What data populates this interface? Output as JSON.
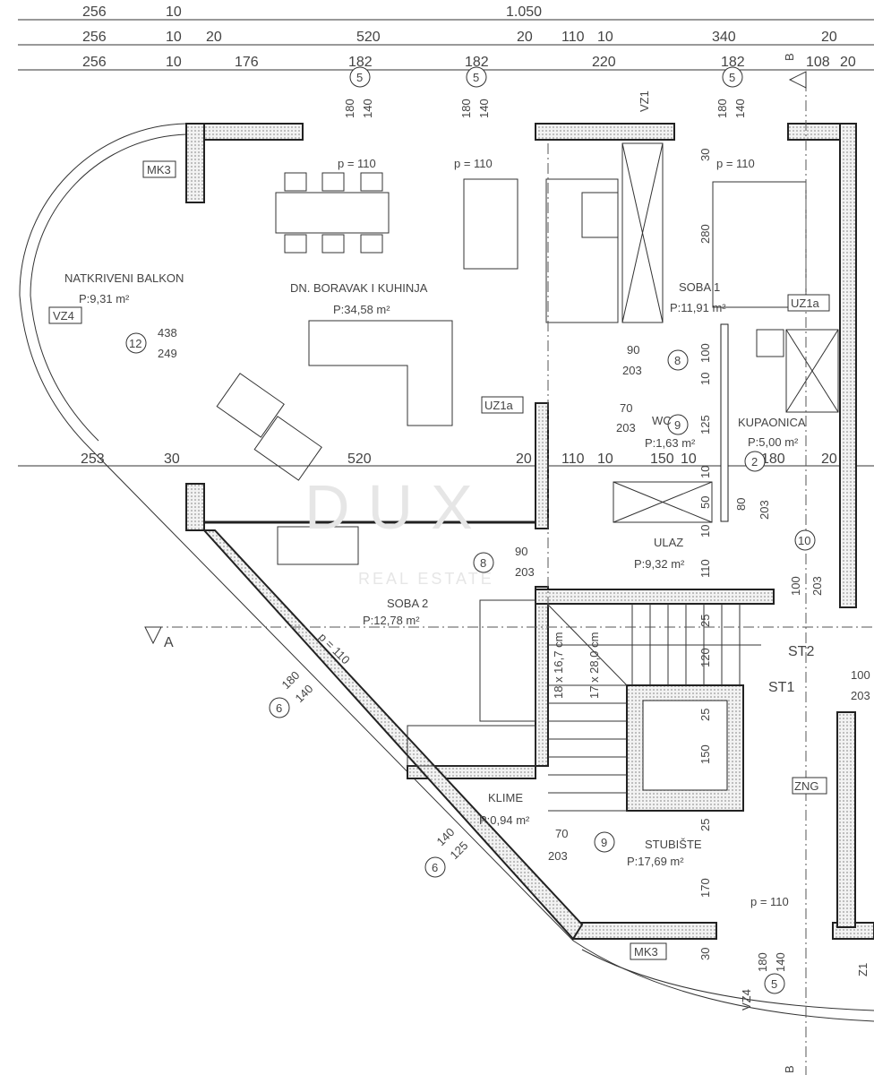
{
  "dimensions": {
    "row1": [
      "256",
      "10",
      "1.050"
    ],
    "row2": [
      "256",
      "10",
      "20",
      "520",
      "20",
      "110",
      "10",
      "340",
      "20"
    ],
    "row3": [
      "256",
      "10",
      "176",
      "182",
      "182",
      "220",
      "182",
      "108",
      "20"
    ],
    "middle": [
      "253",
      "30",
      "520",
      "20",
      "110",
      "10",
      "150",
      "10",
      "180",
      "20"
    ]
  },
  "section_marks": {
    "a": "A",
    "b": "B"
  },
  "window_tags": [
    "5",
    "5",
    "5",
    "5",
    "6",
    "12"
  ],
  "door_tags": [
    "8",
    "8",
    "9",
    "9",
    "10",
    "2"
  ],
  "tags": {
    "mk3": "MK3",
    "vz4": "VZ4",
    "vz1": "VZ1",
    "uz1a": "UZ1a",
    "zng": "ZNG",
    "st1": "ST1",
    "st2": "ST2",
    "z1": "Z1"
  },
  "rooms": [
    {
      "name": "NATKRIVENI BALKON",
      "area": "P:9,31 m²"
    },
    {
      "name": "DN. BORAVAK I KUHINJA",
      "area": "P:34,58 m²"
    },
    {
      "name": "SOBA 1",
      "area": "P:11,91 m²"
    },
    {
      "name": "WC",
      "area": "P:1,63 m²"
    },
    {
      "name": "KUPAONICA",
      "area": "P:5,00 m²"
    },
    {
      "name": "ULAZ",
      "area": "P:9,32 m²"
    },
    {
      "name": "SOBA 2",
      "area": "P:12,78 m²"
    },
    {
      "name": "KLIME",
      "area": "P:0,94 m²"
    },
    {
      "name": "STUBIŠTE",
      "area": "P:17,69 m²"
    }
  ],
  "parapets": [
    "p = 110",
    "p = 110",
    "p = 110",
    "p = 110",
    "p = 110"
  ],
  "openings": {
    "w1": [
      "180",
      "140"
    ],
    "w2": [
      "180",
      "140"
    ],
    "w3": [
      "180",
      "140"
    ],
    "w4": [
      "180",
      "140"
    ],
    "w5": [
      "140",
      "125"
    ],
    "w6": [
      "180",
      "140"
    ],
    "balcony": [
      "438",
      "249"
    ],
    "d1": [
      "90",
      "203"
    ],
    "d2": [
      "70",
      "203"
    ],
    "d3": [
      "90",
      "203"
    ],
    "d4": [
      "70",
      "203"
    ],
    "d5": [
      "80",
      "203"
    ],
    "d6": [
      "100",
      "203"
    ],
    "d7": [
      "100",
      "203"
    ]
  },
  "vertical_dims": [
    "30",
    "280",
    "100",
    "10",
    "125",
    "10",
    "50",
    "10",
    "110",
    "25",
    "120",
    "25",
    "150",
    "25",
    "170",
    "30"
  ],
  "stairs": {
    "spec1": "18 x 16,7 cm",
    "spec2": "17 x 28,0 cm"
  },
  "watermark": {
    "brand": "DUX",
    "sub": "REAL ESTATE"
  }
}
